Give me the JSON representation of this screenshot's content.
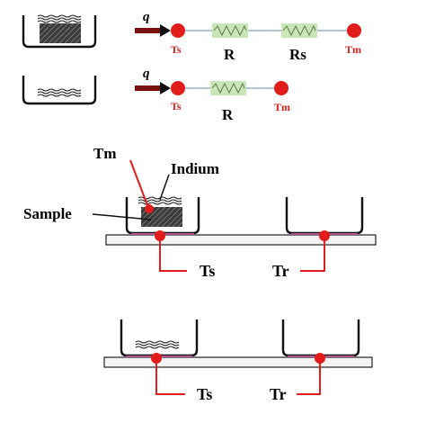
{
  "circuit_sample": {
    "flux": "q",
    "node_start": "Ts",
    "resistor1": "R",
    "resistor2": "Rs",
    "node_end": "Tm"
  },
  "circuit_reference": {
    "flux": "q",
    "node_start": "Ts",
    "resistor1": "R",
    "node_end": "Tm"
  },
  "setup_with_sample": {
    "label_tm": "Tm",
    "label_indium": "Indium",
    "label_sample": "Sample",
    "label_ts": "Ts",
    "label_tr": "Tr"
  },
  "setup_reference": {
    "label_ts": "Ts",
    "label_tr": "Tr"
  },
  "colors": {
    "node_red": "#e21b1b",
    "label_red": "#e0201b",
    "resistor_green": "#c9e7b6",
    "wire_blue": "#9ab0c8",
    "pan_contact_pink": "#e26ab0"
  }
}
